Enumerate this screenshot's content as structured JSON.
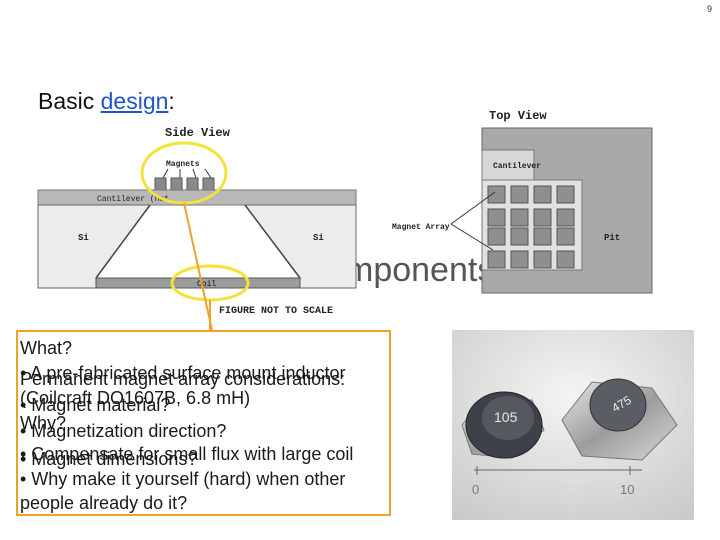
{
  "page_number": "9",
  "title": {
    "prefix": "Basic ",
    "link": "design",
    "suffix": ":"
  },
  "background_heading": "mponents",
  "side_view": {
    "title": "Side View",
    "magnets_label": "Magnets",
    "cantilever_label": "Cantilever (not",
    "si_left": "Si",
    "si_right": "Si",
    "coil_label": "Coil",
    "scale_note": "FIGURE NOT TO SCALE"
  },
  "top_view": {
    "title": "Top View",
    "cantilever_label": "Cantilever",
    "magnet_array_label": "Magnet Array",
    "pit_label": "Pit"
  },
  "text_box": {
    "layer_a": [
      "What?",
      "• A pre-fabricated surface mount inductor",
      "(Coilcraft DO1607B, 6.8 mH)",
      "Why?",
      "• Compensate for small flux with large coil",
      "• Why make it yourself (hard) when other",
      "people already do it?"
    ],
    "layer_b": [
      "Permanent magnet array considerations:",
      "• Magnet material?",
      "• Magnetization direction?",
      "• Magnet dimensions?"
    ]
  },
  "photo": {
    "inductor_left_text": "105",
    "inductor_right_text": "475",
    "ruler_labels": [
      "0",
      "10"
    ]
  },
  "colors": {
    "highlight": "#f2e23a",
    "box_border": "#f0a02c",
    "link": "#1f56c4"
  }
}
